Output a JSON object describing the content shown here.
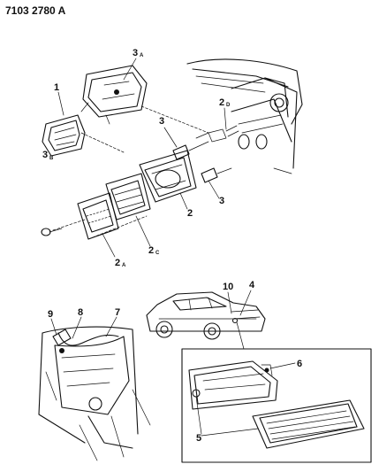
{
  "header": {
    "code": "7103 2780 A"
  },
  "callouts": {
    "c1": "1",
    "c2": "2",
    "c2b": "2",
    "c2a": "2",
    "c2a_sub": "A",
    "c2c": "2",
    "c2c_sub": "C",
    "c2d": "2",
    "c2d_sub": "D",
    "c3a": "3",
    "c3b": "3",
    "c3top": "3",
    "c3top_sub": "A",
    "c3bot": "3",
    "c3bot_sub": "B",
    "c4": "4",
    "c5": "5",
    "c6": "6",
    "c7": "7",
    "c8": "8",
    "c9": "9",
    "c10": "10"
  }
}
